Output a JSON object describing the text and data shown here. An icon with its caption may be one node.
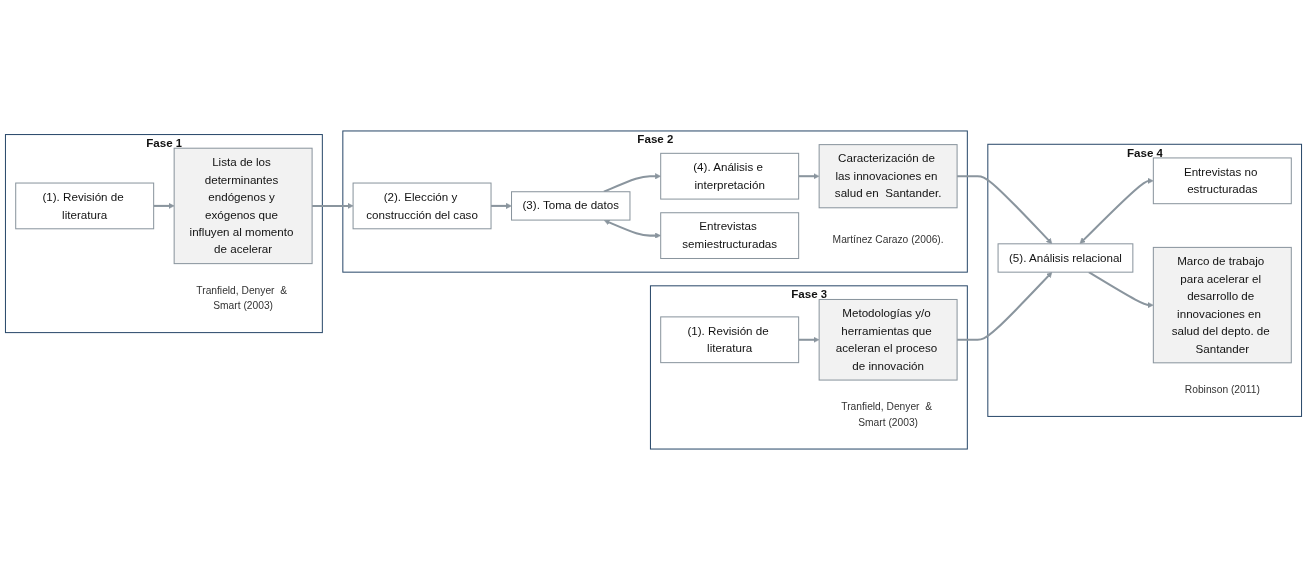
{
  "diagram": {
    "nodes": [
      {
        "text": [
          "Fase 1"
        ],
        "beside": [
          "Tranfield, Denyer  & Smart (2003)"
        ]
      },
      {
        "text": [
          "(1). Revisión de literatura"
        ],
        "in": 0
      },
      {
        "text": [
          "Lista de los determinantes endógenos y exógenos que influyen al momento de acelerar"
        ],
        "in": 0
      },
      {
        "text": [
          "Fase 2"
        ],
        "beside": [
          "Martínez Carazo (2006)."
        ]
      },
      {
        "text": [
          "(2). Elección y construcción del caso"
        ],
        "in": 3
      },
      {
        "text": [
          "(3). Toma de datos"
        ],
        "in": 3
      },
      {
        "text": [
          "(4). Análisis e interpretación"
        ],
        "in": 3
      },
      {
        "text": [
          "Entrevistas semiestructuradas"
        ],
        "in": 3
      },
      {
        "text": [
          "Caracterización de las innovaciones en salud en  Santander."
        ],
        "in": 3
      },
      {
        "text": [
          "Fase 3"
        ],
        "beside": [
          "Tranfield, Denyer  & Smart (2003)"
        ]
      },
      {
        "text": [
          "(1). Revisión de literatura"
        ],
        "in": 9
      },
      {
        "text": [
          "Metodologías y/o herramientas que aceleran el proceso de innovación"
        ],
        "in": 9
      },
      {
        "text": [
          "Fase 4"
        ],
        "beside": [
          "Robinson (2011)"
        ]
      },
      {
        "text": [
          "(5). Análisis relacional"
        ],
        "in": 12
      },
      {
        "text": [
          "Entrevistas no estructuradas"
        ],
        "in": 12
      },
      {
        "text": [
          "Marco de trabajo para acelerar el desarrollo de innovaciones en  salud del depto. de Santander"
        ],
        "in": 12
      }
    ],
    "edges": [
      {
        "from": 1,
        "to": 2,
        "arrow": "to"
      },
      {
        "from": 2,
        "to": 4,
        "arrow": "to"
      },
      {
        "from": 4,
        "to": 5,
        "arrow": "to"
      },
      {
        "from": 5,
        "to": 6,
        "arrow": "to"
      },
      {
        "from": 5,
        "to": 7,
        "arrow": "both"
      },
      {
        "from": 6,
        "to": 8,
        "arrow": "to"
      },
      {
        "from": 8,
        "to": 13,
        "arrow": "to"
      },
      {
        "from": 10,
        "to": 11,
        "arrow": "to"
      },
      {
        "from": 11,
        "to": 13,
        "arrow": "to"
      },
      {
        "from": 13,
        "to": 14,
        "arrow": "both"
      },
      {
        "from": 13,
        "to": 15,
        "arrow": "to"
      }
    ]
  }
}
